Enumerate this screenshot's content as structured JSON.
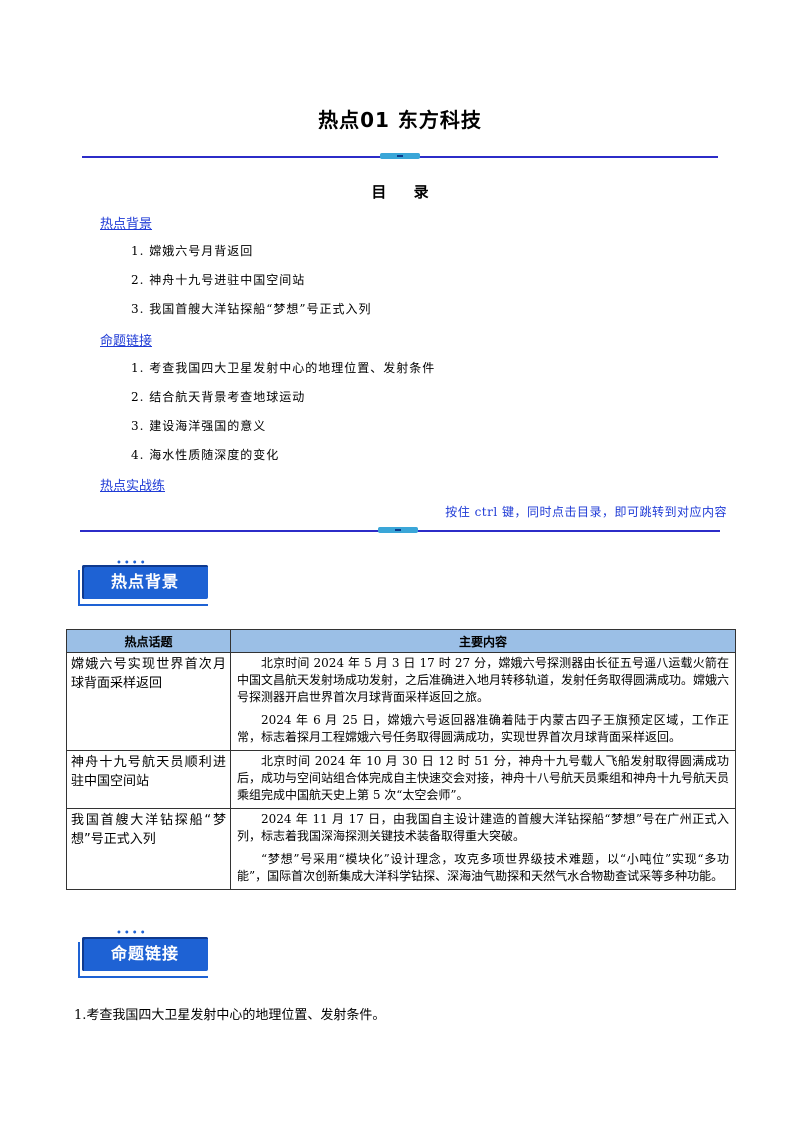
{
  "title": "热点01  东方科技",
  "toc": {
    "heading": "目 录",
    "sections": [
      {
        "label": "热点背景",
        "items": [
          "1. 嫦娥六号月背返回",
          "2. 神舟十九号进驻中国空间站",
          "3. 我国首艘大洋钻探船“梦想”号正式入列"
        ]
      },
      {
        "label": "命题链接",
        "items": [
          "1. 考查我国四大卫星发射中心的地理位置、发射条件",
          "2. 结合航天背景考查地球运动",
          "3. 建设海洋强国的意义",
          "4. 海水性质随深度的变化"
        ]
      },
      {
        "label": "热点实战练",
        "items": []
      }
    ],
    "hint": "按住 ctrl 键，同时点击目录，即可跳转到对应内容"
  },
  "section1": {
    "badge": "热点背景",
    "table": {
      "headers": [
        "热点话题",
        "主要内容"
      ],
      "rows": [
        {
          "topic": "嫦娥六号实现世界首次月球背面采样返回",
          "paragraphs": [
            "北京时间 2024 年 5 月 3 日 17 时 27 分，嫦娥六号探测器由长征五号遥八运载火箭在中国文昌航天发射场成功发射，之后准确进入地月转移轨道，发射任务取得圆满成功。嫦娥六号探测器开启世界首次月球背面采样返回之旅。",
            "2024 年 6 月 25 日，嫦娥六号返回器准确着陆于内蒙古四子王旗预定区域，工作正常，标志着探月工程嫦娥六号任务取得圆满成功，实现世界首次月球背面采样返回。"
          ]
        },
        {
          "topic": "神舟十九号航天员顺利进驻中国空间站",
          "paragraphs": [
            "北京时间 2024 年 10 月 30 日 12 时 51 分，神舟十九号载人飞船发射取得圆满成功后，成功与空间站组合体完成自主快速交会对接，神舟十八号航天员乘组和神舟十九号航天员乘组完成中国航天史上第 5 次“太空会师”。"
          ]
        },
        {
          "topic": "我国首艘大洋钻探船“梦想”号正式入列",
          "paragraphs": [
            "2024 年 11 月 17 日，由我国自主设计建造的首艘大洋钻探船“梦想”号在广州正式入列，标志着我国深海探测关键技术装备取得重大突破。",
            "“梦想”号采用“模块化”设计理念，攻克多项世界级技术难题，以“小吨位”实现“多功能”，国际首次创新集成大洋科学钻探、深海油气勘探和天然气水合物勘查试采等多种功能。"
          ]
        }
      ]
    }
  },
  "section2": {
    "badge": "命题链接",
    "first_question": "1.考查我国四大卫星发射中心的地理位置、发射条件。"
  }
}
